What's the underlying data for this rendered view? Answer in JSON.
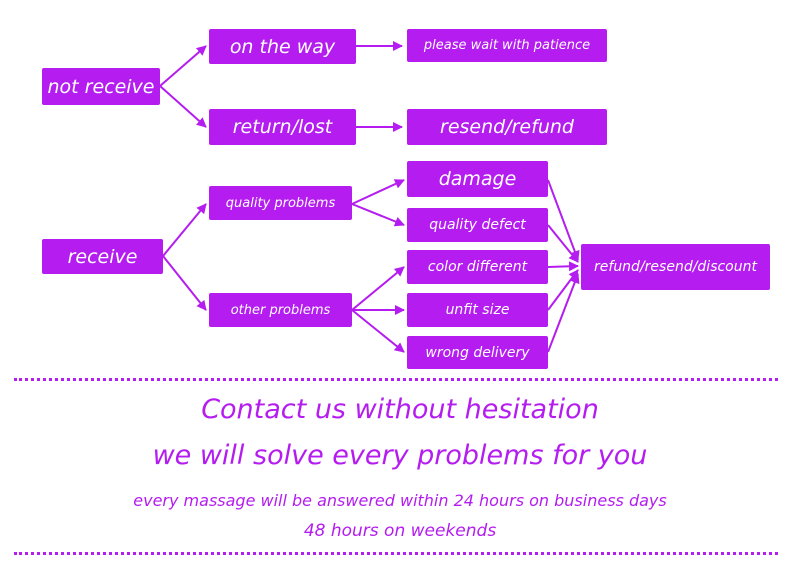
{
  "colors": {
    "accent": "#b41cf0",
    "text_on_accent": "#ffffff",
    "background": "#ffffff"
  },
  "flowchart": {
    "not_receive": "not receive",
    "on_the_way": "on the way",
    "please_wait": "please wait with patience",
    "return_lost": "return/lost",
    "resend_refund": "resend/refund",
    "receive": "receive",
    "quality_problems": "quality problems",
    "other_problems": "other problems",
    "damage": "damage",
    "quality_defect": "quality defect",
    "color_different": "color different",
    "unfit_size": "unfit size",
    "wrong_delivery": "wrong delivery",
    "refund_resend_discount": "refund/resend/discount"
  },
  "footer": {
    "line1": "Contact us without hesitation",
    "line2": "we will solve every problems for you",
    "line3": "every massage will be answered within 24 hours on business days",
    "line4": "48 hours on weekends"
  }
}
